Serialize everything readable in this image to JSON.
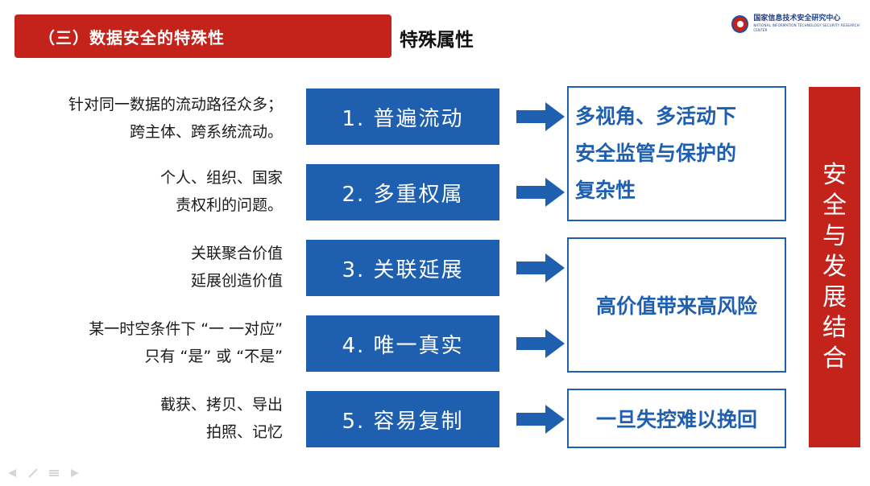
{
  "header": {
    "section_title": "（三）数据安全的特殊性",
    "subtitle": "特殊属性"
  },
  "logo": {
    "name_cn": "国家信息技术安全研究中心",
    "name_en": "NATIONAL INFORMATION TECHNOLOGY SECURITY RESEARCH CENTER",
    "icon": "seal-icon"
  },
  "rows": [
    {
      "desc": [
        "针对同一数据的流动路径众多；",
        "跨主体、跨系统流动。"
      ],
      "feature": "1. 普遍流动"
    },
    {
      "desc": [
        "个人、组织、国家",
        "责权利的问题。"
      ],
      "feature": "2. 多重权属"
    },
    {
      "desc": [
        "关联聚合价值",
        "延展创造价值"
      ],
      "feature": "3. 关联延展"
    },
    {
      "desc": [
        "某一时空条件下 “一 一对应”",
        "只有 “是” 或 “不是”"
      ],
      "feature": "4. 唯一真实"
    },
    {
      "desc": [
        "截获、拷贝、导出",
        "拍照、记忆"
      ],
      "feature": "5. 容易复制"
    }
  ],
  "results": {
    "box1": [
      "多视角、多活动下",
      "安全监管与保护的",
      "复杂性"
    ],
    "box2": "高价值带来高风险",
    "box3": "一旦失控难以挽回"
  },
  "side_label": [
    "安",
    "全",
    "与",
    "发",
    "展",
    "结",
    "合"
  ],
  "colors": {
    "brand_red": "#c4231c",
    "brand_blue": "#1f5fb0"
  },
  "toolbar_icons": [
    "prev-icon",
    "pen-icon",
    "menu-icon",
    "next-icon"
  ]
}
